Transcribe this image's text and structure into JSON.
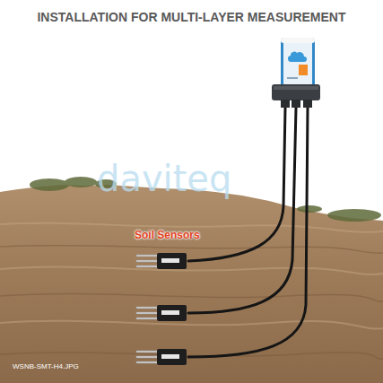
{
  "diagram": {
    "title": "INSTALLATION FOR MULTI-LAYER MEASUREMENT",
    "labels": [
      "daviteq",
      "Soil Sensors",
      "WSNB-SMT-H4.JPG"
    ]
  }
}
